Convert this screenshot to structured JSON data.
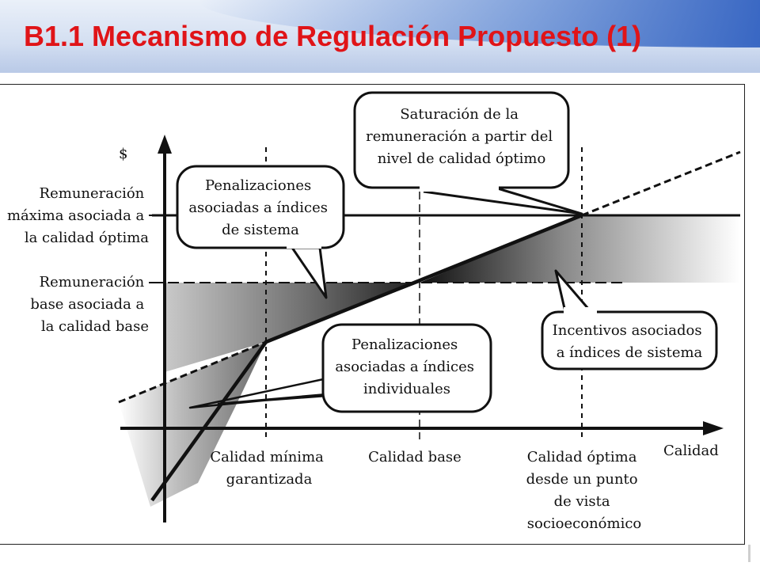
{
  "slide": {
    "title": "B1.1 Mecanismo de Regulación Propuesto (1)"
  },
  "diagram": {
    "y_axis_symbol": "$",
    "x_axis_label": "Calidad",
    "y_levels": [
      [
        "Remuneración",
        "máxima asociada a",
        "la calidad óptima"
      ],
      [
        "Remuneración",
        "base asociada a",
        "la calidad base"
      ]
    ],
    "x_marks": [
      [
        "Calidad mínima",
        "garantizada"
      ],
      [
        "Calidad base"
      ],
      [
        "Calidad óptima",
        "desde un punto",
        "de vista",
        "socioeconómico"
      ]
    ],
    "callouts": {
      "saturation": [
        "Saturación de la",
        "remuneración a partir del",
        "nivel de calidad óptimo"
      ],
      "system_penalties": [
        "Penalizaciones",
        "asociadas a índices",
        "de sistema"
      ],
      "individual_penalties": [
        "Penalizaciones",
        "asociadas a índices",
        "individuales"
      ],
      "system_incentives": [
        "Incentivos asociados",
        "a índices de sistema"
      ]
    }
  },
  "colors": {
    "title": "#e01418",
    "ink": "#111111",
    "banner_blue": "#2b62c4"
  }
}
